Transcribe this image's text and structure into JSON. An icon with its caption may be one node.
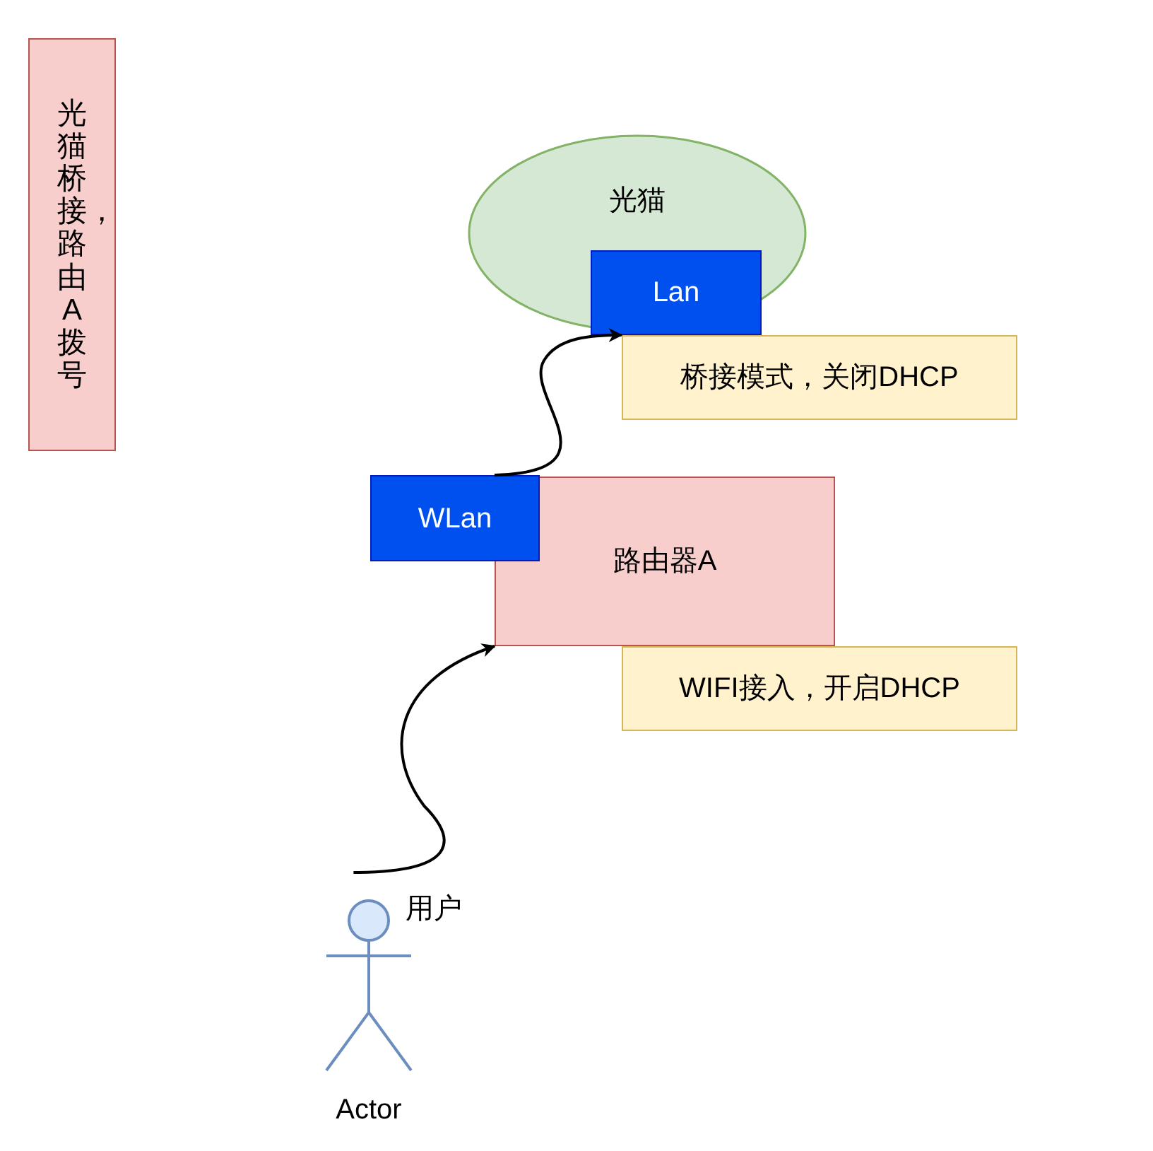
{
  "diagram": {
    "nodes": [
      {
        "text": [
          "光猫桥接，路由A拨号"
        ]
      },
      {
        "text": [
          "光猫"
        ]
      },
      {
        "text": [
          "Lan"
        ],
        "in": 1
      },
      {
        "text": [
          "桥接模式，关闭DHCP"
        ]
      },
      {
        "text": [
          "路由器A"
        ]
      },
      {
        "text": [
          "WLan"
        ]
      },
      {
        "text": [
          "WIFI接入，开启DHCP"
        ]
      },
      {
        "text": [
          "Actor"
        ],
        "beside": [
          "用户"
        ]
      }
    ],
    "edges": [
      {
        "from": 5,
        "to": 2,
        "arrow": "to"
      },
      {
        "from": 7,
        "to": 4,
        "arrow": "to"
      }
    ]
  }
}
